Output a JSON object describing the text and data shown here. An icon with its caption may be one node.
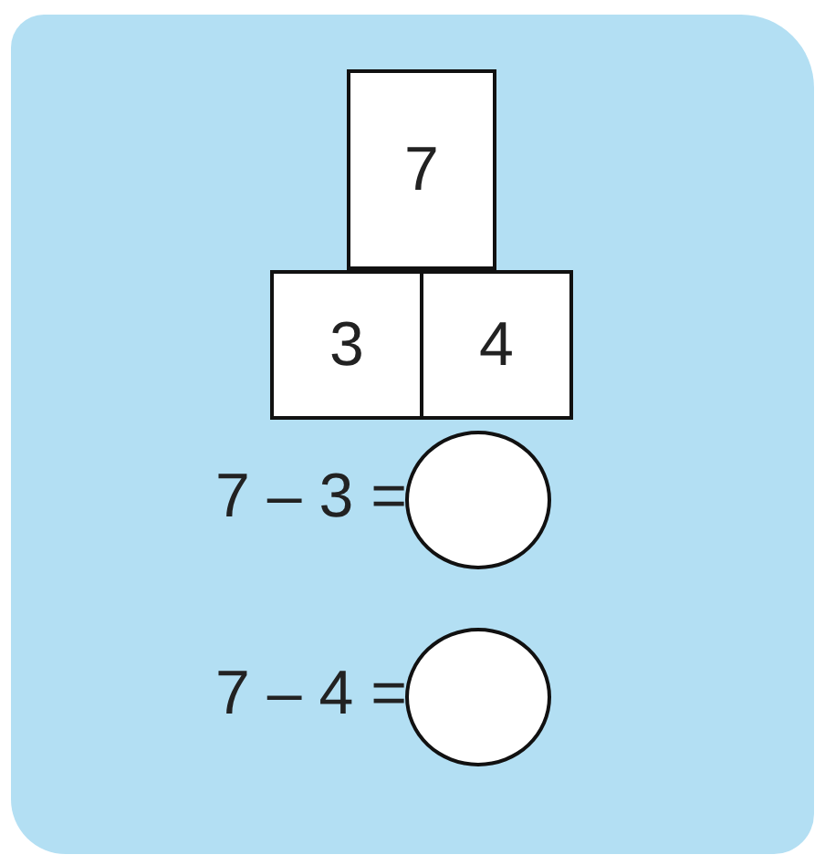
{
  "diagram": {
    "nodes": [
      {
        "text": [
          "7"
        ]
      },
      {
        "text": [
          "3"
        ]
      },
      {
        "text": [
          "4"
        ]
      },
      {
        "text": [],
        "shape": "circle"
      },
      {
        "text": [],
        "shape": "circle"
      }
    ],
    "labels": [
      "7 – 3 =",
      "7 – 4 ="
    ]
  }
}
